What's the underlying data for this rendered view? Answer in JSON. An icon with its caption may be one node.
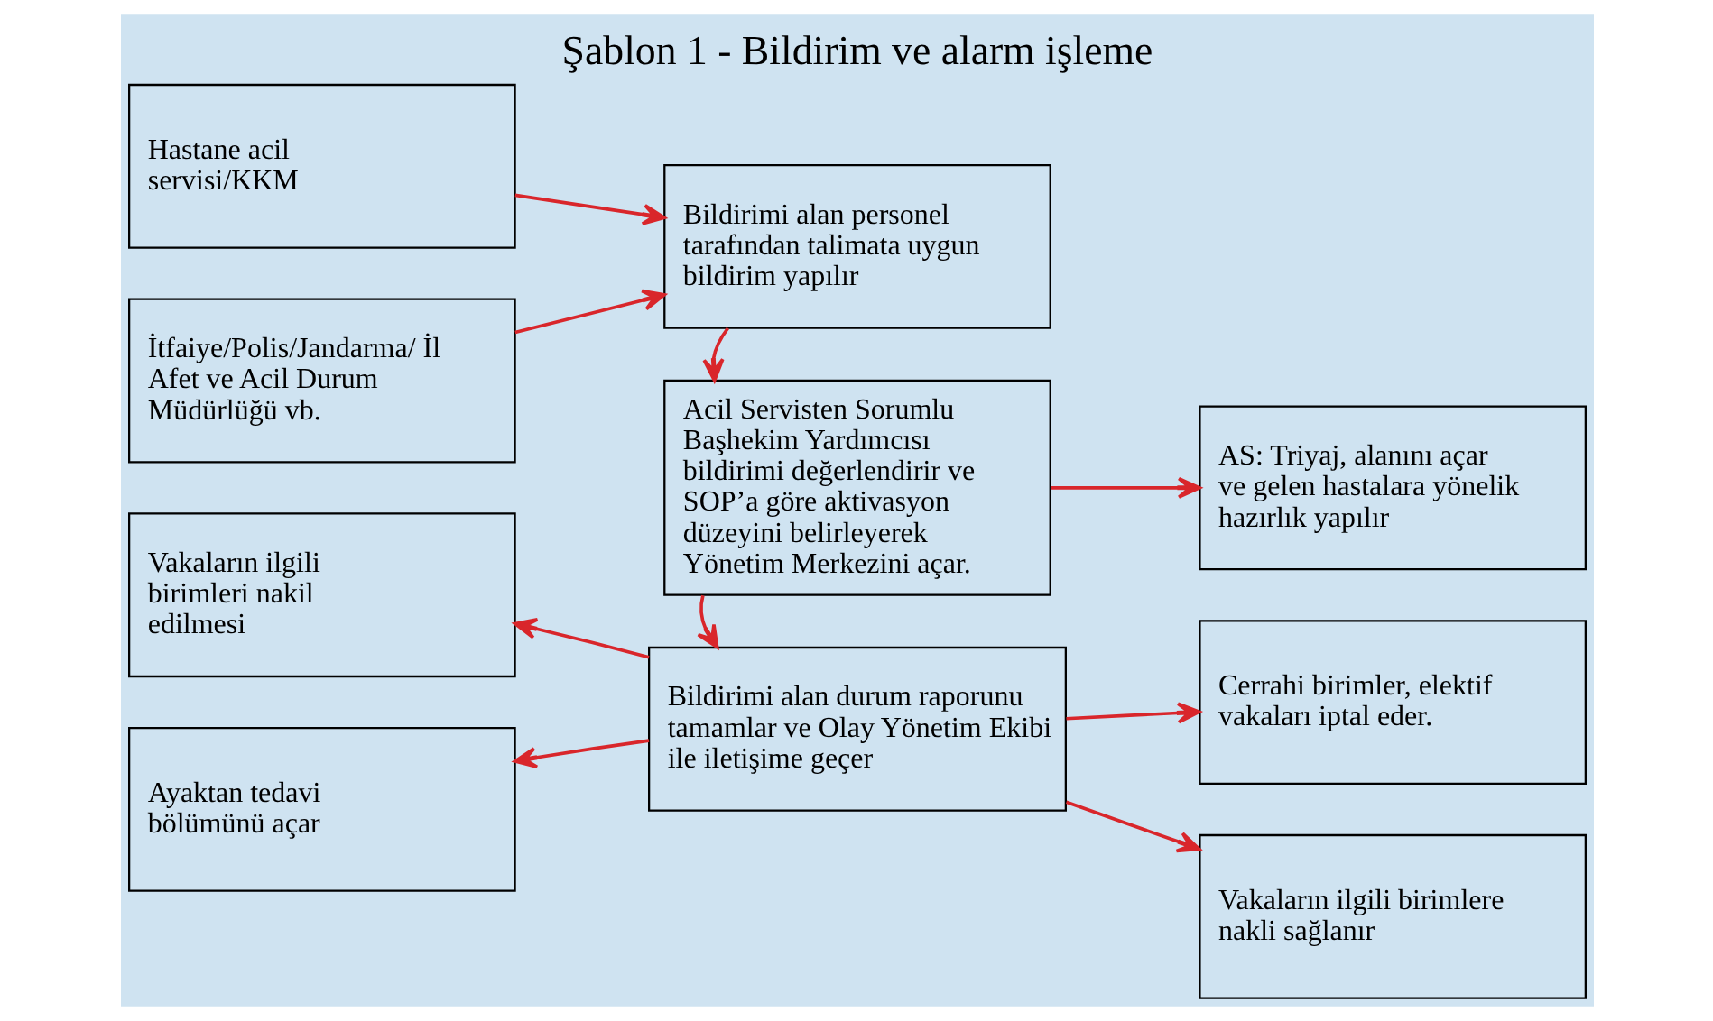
{
  "diagram": {
    "title": "Şablon 1 - Bildirim ve alarm işleme",
    "nodes": [
      {
        "text": [
          "Hastane acil servisi/KKM"
        ]
      },
      {
        "text": [
          "İtfaiye/Polis/Jandarma/ İl Afet ve Acil Durum Müdürlüğü vb."
        ]
      },
      {
        "text": [
          "Bildirimi alan personel tarafından talimata uygun bildirim yapılır"
        ]
      },
      {
        "text": [
          "Acil Servisten Sorumlu Başhekim Yardımcısı bildirimi değerlendirir ve SOP’a göre aktivasyon düzeyini belirleyerek Yönetim Merkezini açar."
        ]
      },
      {
        "text": [
          "AS: Triyaj, alanını açar ve gelen hastalara yönelik hazırlık yapılır"
        ]
      },
      {
        "text": [
          "Cerrahi birimler, elektif vakaları iptal eder."
        ]
      },
      {
        "text": [
          "Vakaların ilgili birimleri nakil edilmesi"
        ]
      },
      {
        "text": [
          "Ayaktan tedavi bölümünü açar"
        ]
      },
      {
        "text": [
          "Bildirimi alan durum raporunu tamamlar ve Olay Yönetim Ekibi ile iletişime geçer"
        ]
      },
      {
        "text": [
          "Vakaların ilgili birimlere nakli sağlanır"
        ]
      }
    ],
    "edges": [
      {
        "from": 0,
        "to": 2,
        "arrow": "to"
      },
      {
        "from": 1,
        "to": 2,
        "arrow": "to"
      },
      {
        "from": 2,
        "to": 3,
        "arrow": "to"
      },
      {
        "from": 3,
        "to": 4,
        "arrow": "to"
      },
      {
        "from": 3,
        "to": 8,
        "arrow": "to"
      },
      {
        "from": 8,
        "to": 6,
        "arrow": "to"
      },
      {
        "from": 8,
        "to": 7,
        "arrow": "to"
      },
      {
        "from": 8,
        "to": 5,
        "arrow": "to"
      },
      {
        "from": 8,
        "to": 9,
        "arrow": "to"
      }
    ]
  }
}
